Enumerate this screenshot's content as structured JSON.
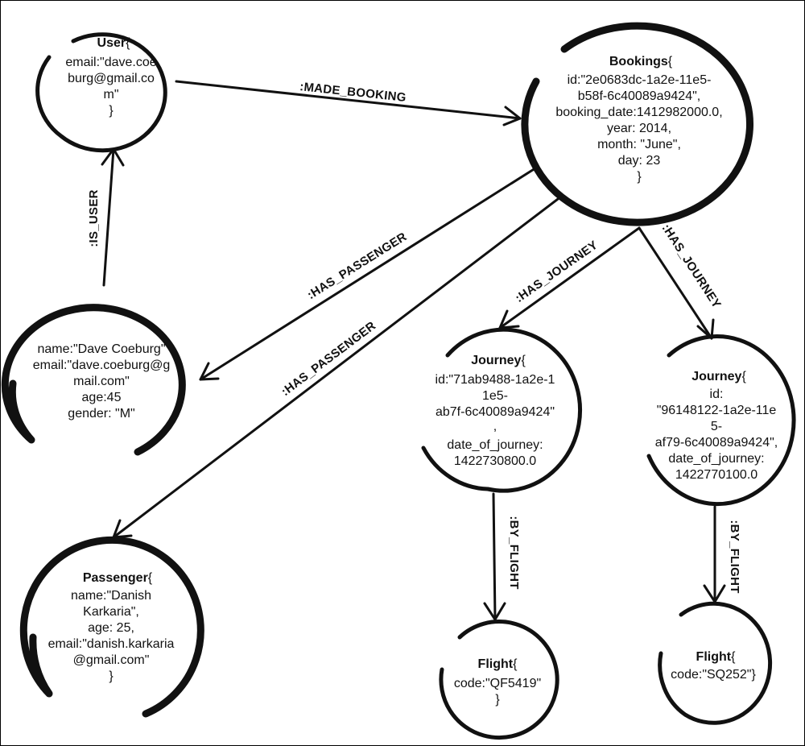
{
  "nodes": {
    "user": {
      "title": "User",
      "lines": [
        "email:\"dave.coe",
        "burg@gmail.co",
        "m\"",
        "}"
      ]
    },
    "bookings": {
      "title": "Bookings",
      "lines": [
        "id:\"2e0683dc-1a2e-11e5-",
        "b58f-6c40089a9424\",",
        "booking_date:1412982000.0,",
        "year: 2014,",
        "month: \"June\",",
        "day: 23",
        "}"
      ]
    },
    "person": {
      "lines": [
        "name:\"Dave Coeburg\"",
        "email:\"dave.coeburg@g",
        "mail.com\"",
        "age:45",
        "gender: \"M\""
      ]
    },
    "passenger": {
      "title": "Passenger",
      "lines": [
        "name:\"Danish",
        "Karkaria\",",
        "age: 25,",
        "email:\"danish.karkaria",
        "@gmail.com\"",
        "}"
      ]
    },
    "journey1": {
      "title": "Journey",
      "lines": [
        "id:\"71ab9488-1a2e-1",
        "1e5-",
        "ab7f-6c40089a9424\"",
        ",",
        "date_of_journey:",
        "1422730800.0"
      ]
    },
    "journey2": {
      "title": "Journey",
      "lines": [
        "id:",
        "\"96148122-1a2e-11e",
        "5-",
        "af79-6c40089a9424\",",
        "date_of_journey:",
        "1422770100.0"
      ]
    },
    "flight1": {
      "title": "Flight",
      "lines": [
        "code:\"QF5419\"",
        "}"
      ]
    },
    "flight2": {
      "title": "Flight",
      "lines": [
        "code:\"SQ252\"}"
      ]
    }
  },
  "brace": "{",
  "edges": {
    "made_booking": ":MADE_BOOKING",
    "is_user": ":IS_USER",
    "has_passenger_1": ":HAS_PASSENGER",
    "has_passenger_2": ":HAS_PASSENGER",
    "has_journey_1": ":HAS_JOURNEY",
    "has_journey_2": ":HAS_JOURNEY",
    "by_flight_1": ":BY_FLIGHT",
    "by_flight_2": ":BY_FLIGHT"
  }
}
